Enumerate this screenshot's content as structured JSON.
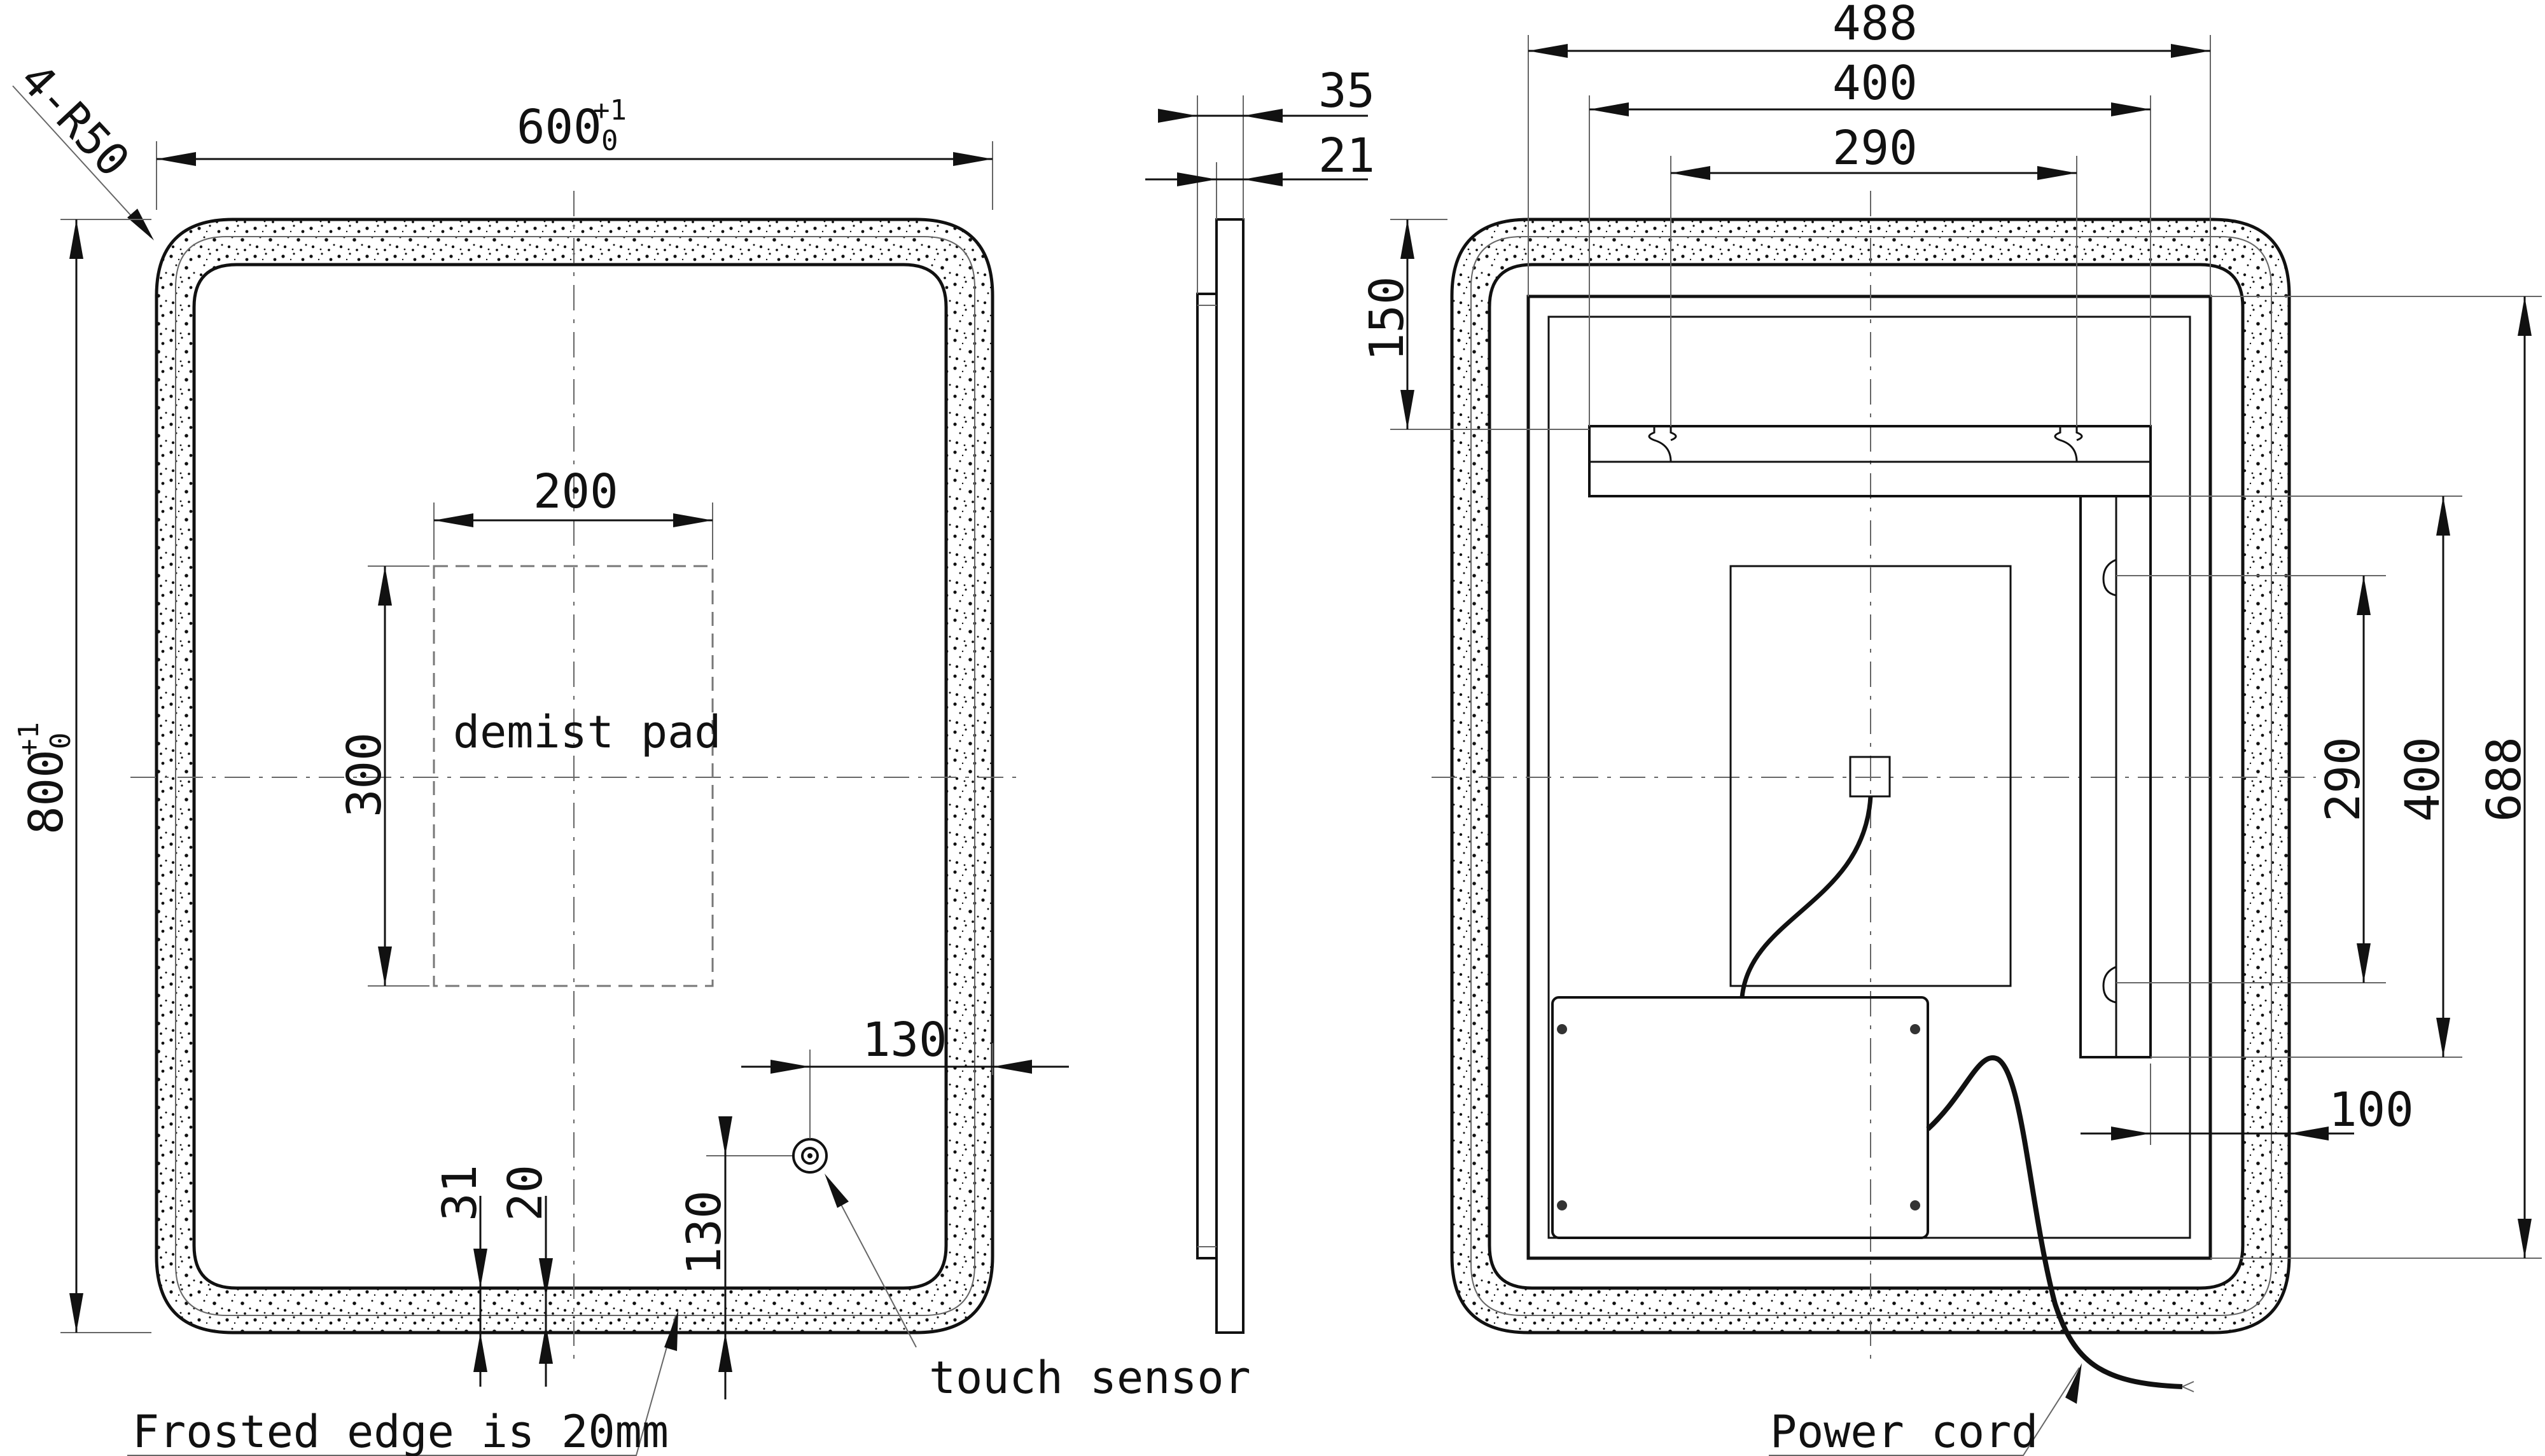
{
  "front_view": {
    "corner_radius_label": "4-R50",
    "width": {
      "value": "600",
      "tol_upper": "+1",
      "tol_lower": "0"
    },
    "height": {
      "value": "800",
      "tol_upper": "+1",
      "tol_lower": "0"
    },
    "demist_pad": {
      "label": "demist pad",
      "width": "200",
      "height": "300"
    },
    "sensor_offset_right": "130",
    "sensor_offset_bottom": "130",
    "edge_dims": [
      "31",
      "20"
    ],
    "frosted_edge_note": "Frosted edge is 20mm",
    "touch_sensor_label": "touch sensor"
  },
  "side_view": {
    "total_depth": "35",
    "glass_depth": "21"
  },
  "back_view": {
    "top_dims": [
      "488",
      "400",
      "290"
    ],
    "top_offset": "150",
    "right_dims": [
      "290",
      "400",
      "688"
    ],
    "bottom_offset": "100",
    "power_cord_label": "Power cord"
  }
}
